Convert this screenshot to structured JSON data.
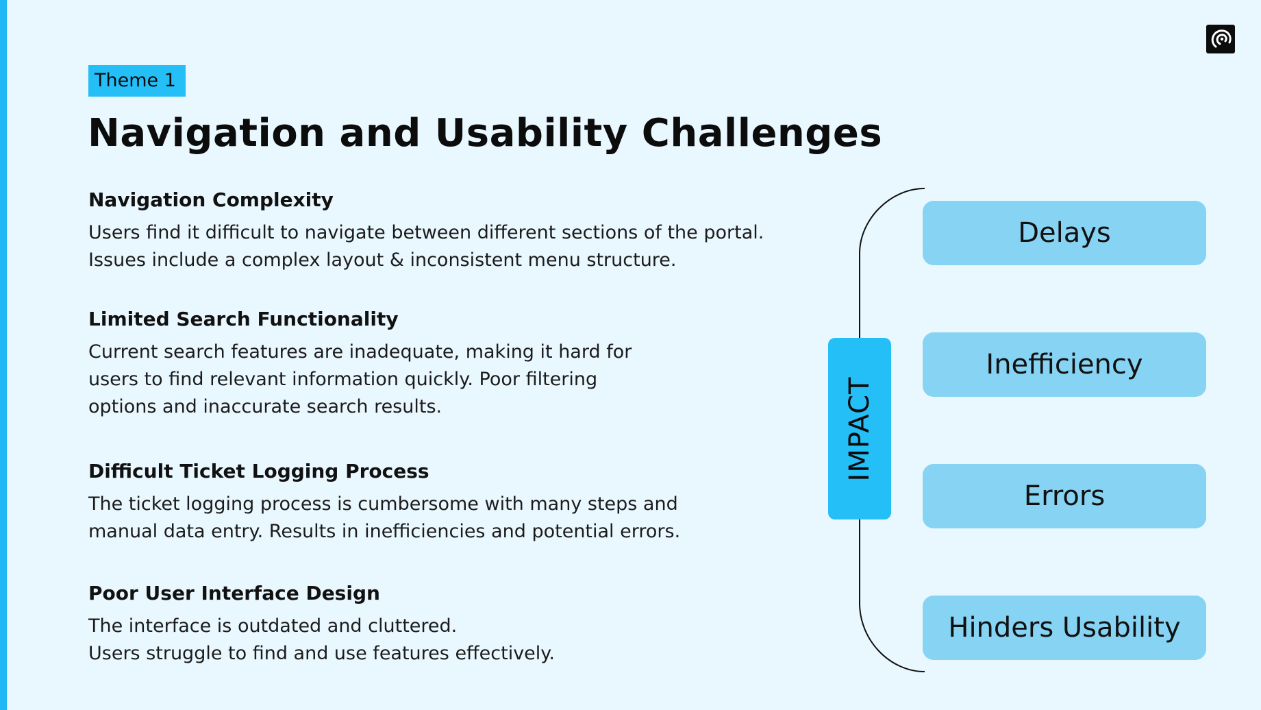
{
  "theme_label": "Theme 1",
  "title": "Navigation and Usability Challenges",
  "sections": [
    {
      "heading": "Navigation Complexity",
      "text": "Users find it difficult to navigate between different sections of the portal.\nIssues include a complex layout & inconsistent menu structure."
    },
    {
      "heading": "Limited Search Functionality",
      "text": "Current search features are inadequate, making it hard for\nusers to find relevant information quickly. Poor filtering\noptions and inaccurate search results."
    },
    {
      "heading": "Difficult Ticket Logging Process",
      "text": "The ticket logging process is cumbersome with many steps and\nmanual data entry. Results in inefficiencies and potential errors."
    },
    {
      "heading": "Poor User Interface Design",
      "text": "The interface is outdated and cluttered.\nUsers struggle to find and use features effectively."
    }
  ],
  "impact": {
    "label": "IMPACT",
    "items": [
      "Delays",
      "Inefficiency",
      "Errors",
      "Hinders Usability"
    ]
  },
  "colors": {
    "background": "#e9f7fe",
    "accent": "#25bff8",
    "pill": "#86d3f3"
  },
  "icons": [
    "logo-icon"
  ]
}
